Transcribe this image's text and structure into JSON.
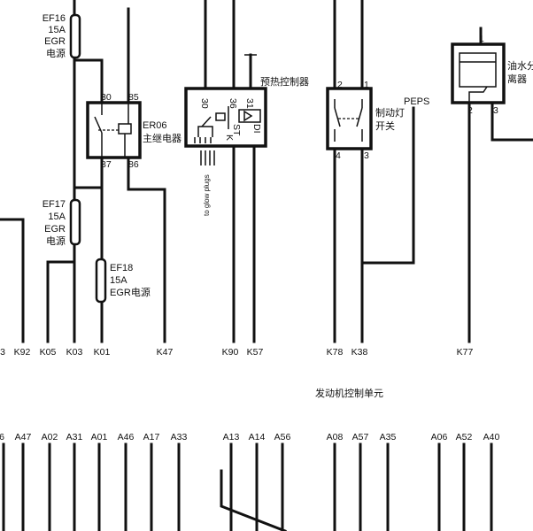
{
  "fuses": {
    "ef16": [
      "EF16",
      "15A",
      "EGR",
      "电源"
    ],
    "ef17": [
      "EF17",
      "15A",
      "EGR",
      "电源"
    ],
    "ef18": [
      "EF18",
      "15A",
      "EGR电源"
    ]
  },
  "relay": {
    "name": "ER06",
    "desc": "主继电器",
    "pins": {
      "p30": "30",
      "p85": "85",
      "p87": "87",
      "p86": "86"
    }
  },
  "glow_controller": {
    "name": "预热控制器",
    "pins": {
      "p30": "30",
      "p36": "36",
      "p31": "31",
      "k": "K",
      "st": "ST",
      "di": "DI"
    },
    "output_label": "to glow plugs"
  },
  "brake_switch": {
    "name": [
      "制动灯",
      "开关"
    ],
    "pins": {
      "p2": "2",
      "p1": "1",
      "p4": "4",
      "p3": "3"
    },
    "peps": "PEPS"
  },
  "water_separator": {
    "name": [
      "油水分",
      "离器"
    ],
    "pins": {
      "p1": "1",
      "p2": "2",
      "p3": "3"
    }
  },
  "ecu": {
    "title": "发动机控制单元",
    "k_pins": [
      "3",
      "K92",
      "K05",
      "K03",
      "K01",
      "K47",
      "K90",
      "K57",
      "K78",
      "K38",
      "K77"
    ],
    "a_pins": [
      "6",
      "A47",
      "A02",
      "A31",
      "A01",
      "A46",
      "A17",
      "A33",
      "A13",
      "A14",
      "A56",
      "A08",
      "A57",
      "A35",
      "A06",
      "A52",
      "A40"
    ]
  }
}
